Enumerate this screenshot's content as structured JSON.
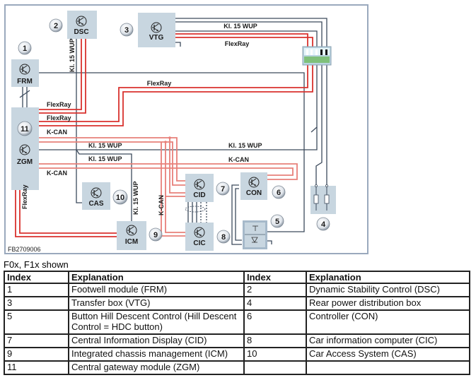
{
  "diagram": {
    "code": "FB2709006",
    "modules": [
      {
        "id": "frm",
        "label": "FRM",
        "index": "1"
      },
      {
        "id": "dsc",
        "label": "DSC",
        "index": "2"
      },
      {
        "id": "vtg",
        "label": "VTG",
        "index": "3"
      },
      {
        "id": "zgm",
        "label": "ZGM",
        "index": "11"
      },
      {
        "id": "cas",
        "label": "CAS",
        "index": "10"
      },
      {
        "id": "icm",
        "label": "ICM",
        "index": "9"
      },
      {
        "id": "cid",
        "label": "CID",
        "index": "7"
      },
      {
        "id": "cic",
        "label": "CIC",
        "index": "8"
      },
      {
        "id": "con",
        "label": "CON",
        "index": "6"
      },
      {
        "id": "hdc",
        "label": "",
        "index": "5"
      },
      {
        "id": "pdb",
        "label": "",
        "index": "4"
      }
    ],
    "bus_labels": {
      "flexray": "FlexRay",
      "kcan": "K-CAN",
      "kl15": "Kl. 15 WUP"
    },
    "colors": {
      "flexray": "#d9322e",
      "kcan": "#e8807a",
      "wire": "#3c4a5c",
      "module_fill": "#c8d6e0",
      "frame": "#9aa9bd"
    }
  },
  "caption": "F0x, F1x shown",
  "legend": {
    "headers": [
      "Index",
      "Explanation",
      "Index",
      "Explanation"
    ],
    "rows": [
      [
        "1",
        "Footwell module (FRM)",
        "2",
        "Dynamic Stability Control (DSC)"
      ],
      [
        "3",
        "Transfer box (VTG)",
        "4",
        "Rear power distribution box"
      ],
      [
        "5",
        "Button Hill Descent Control (Hill Descent Control = HDC button)",
        "6",
        "Controller (CON)"
      ],
      [
        "7",
        "Central Information Display (CID)",
        "8",
        "Car information computer (CIC)"
      ],
      [
        "9",
        "Integrated chassis management (ICM)",
        "10",
        "Car Access System (CAS)"
      ],
      [
        "11",
        "Central gateway module (ZGM)",
        "",
        ""
      ]
    ]
  }
}
